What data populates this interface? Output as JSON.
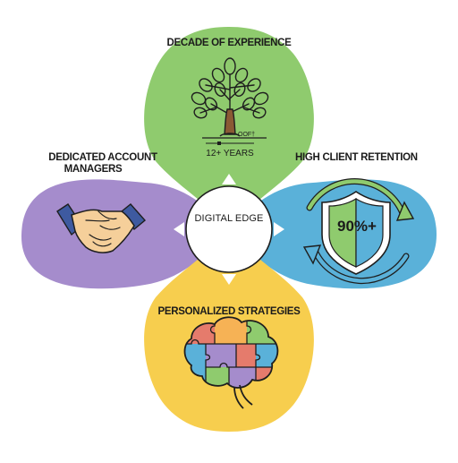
{
  "center": {
    "label": "DIGITAL EDGE"
  },
  "petals": {
    "top": {
      "title": "DECADE OF EXPERIENCE",
      "caption": "12+ YEARS",
      "ground_text": "OOF†",
      "icon": "tree-icon",
      "color": "#8fcb6e"
    },
    "right": {
      "title": "HIGH CLIENT RETENTION",
      "badge": "90%+",
      "icon": "shield-icon",
      "color": "#5ab1d9"
    },
    "bottom": {
      "title": "PERSONALIZED STRATEGIES",
      "icon": "brain-puzzle-icon",
      "color": "#f7ce4e"
    },
    "left": {
      "title_line1": "DEDICATED ACCOUNT",
      "title_line2": "MANAGERS",
      "icon": "handshake-icon",
      "color": "#a58ccc"
    }
  }
}
